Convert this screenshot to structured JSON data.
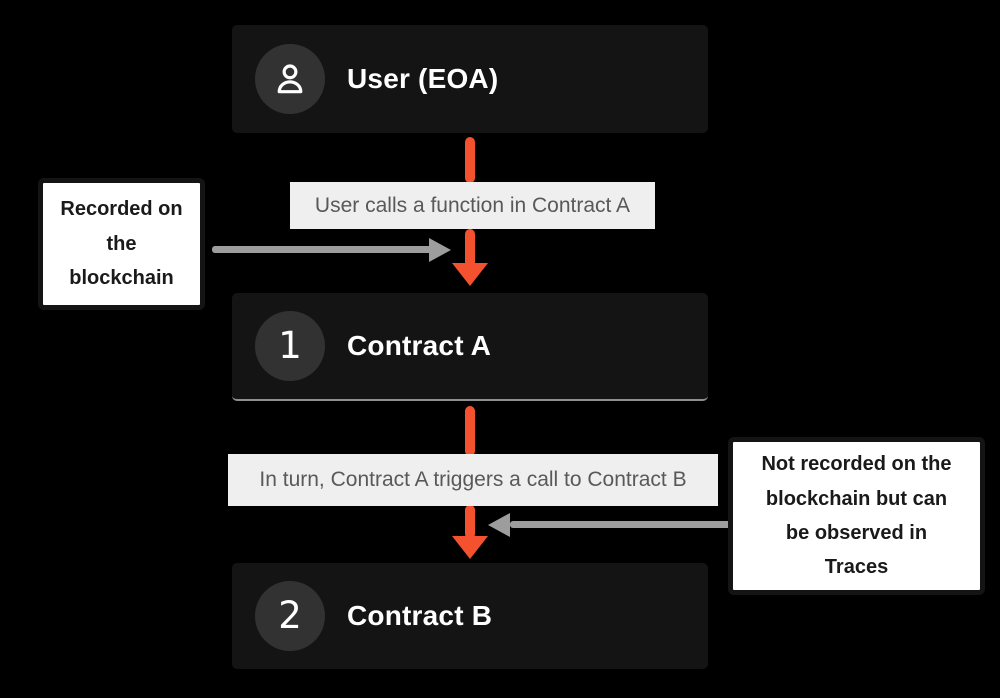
{
  "diagram": {
    "nodes": [
      {
        "id": "user",
        "badge": "user-icon",
        "title": "User (EOA)"
      },
      {
        "id": "contract-a",
        "badge": "1",
        "title": "Contract A"
      },
      {
        "id": "contract-b",
        "badge": "2",
        "title": "Contract B"
      }
    ],
    "step_labels": {
      "step1": "User calls a function in Contract A",
      "step2": "In turn, Contract A triggers a call to Contract B"
    },
    "callouts": {
      "left": "Recorded on the blockchain",
      "right": "Not recorded on the blockchain but can be observed in Traces"
    },
    "colors": {
      "background": "#000000",
      "node_background": "#141414",
      "badge_circle": "#323232",
      "node_text": "#ffffff",
      "label_background": "#efefef",
      "label_text": "#595959",
      "arrow_orange": "#f4512f",
      "arrow_gray": "#9d9d9d",
      "callout_background": "#ffffff",
      "callout_border": "#141414"
    }
  }
}
